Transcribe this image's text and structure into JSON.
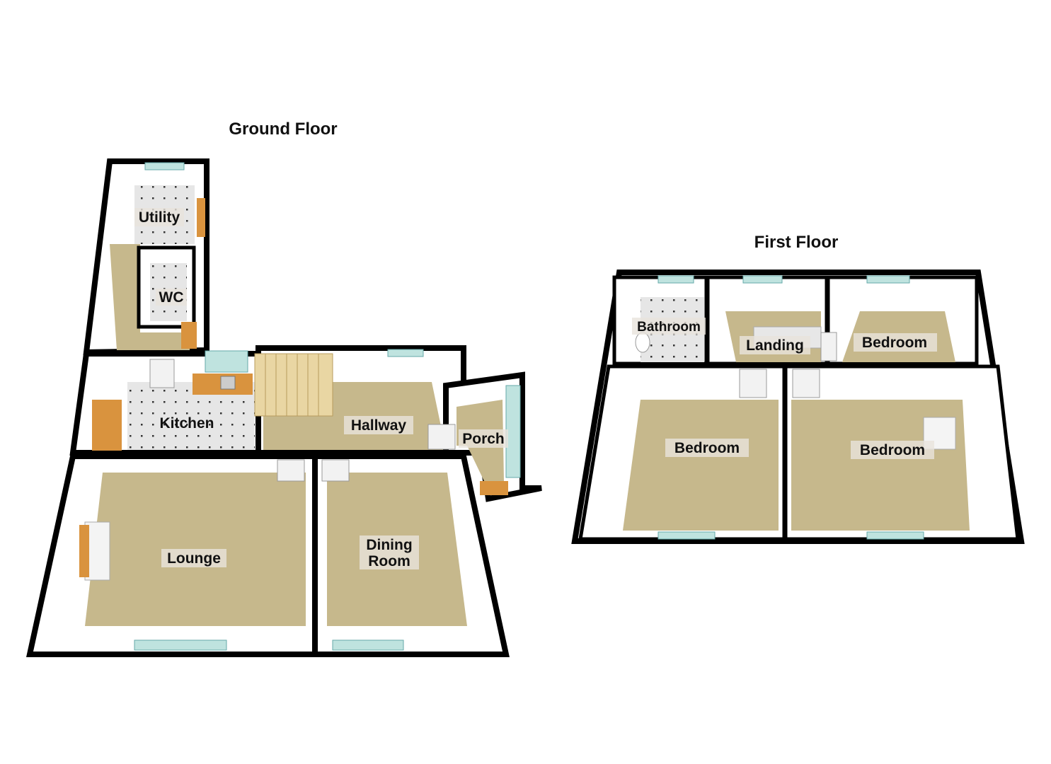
{
  "ground_floor": {
    "title": "Ground Floor",
    "rooms": {
      "utility": "Utility",
      "wc": "WC",
      "kitchen": "Kitchen",
      "hallway": "Hallway",
      "porch": "Porch",
      "lounge": "Lounge",
      "dining_line1": "Dining",
      "dining_line2": "Room"
    }
  },
  "first_floor": {
    "title": "First Floor",
    "rooms": {
      "bathroom": "Bathroom",
      "landing": "Landing",
      "bedroom_small": "Bedroom",
      "bedroom_left": "Bedroom",
      "bedroom_right": "Bedroom"
    }
  },
  "colors": {
    "floor": "#c6b88c",
    "wall": "#000000",
    "tile": "#e6e6e6"
  }
}
